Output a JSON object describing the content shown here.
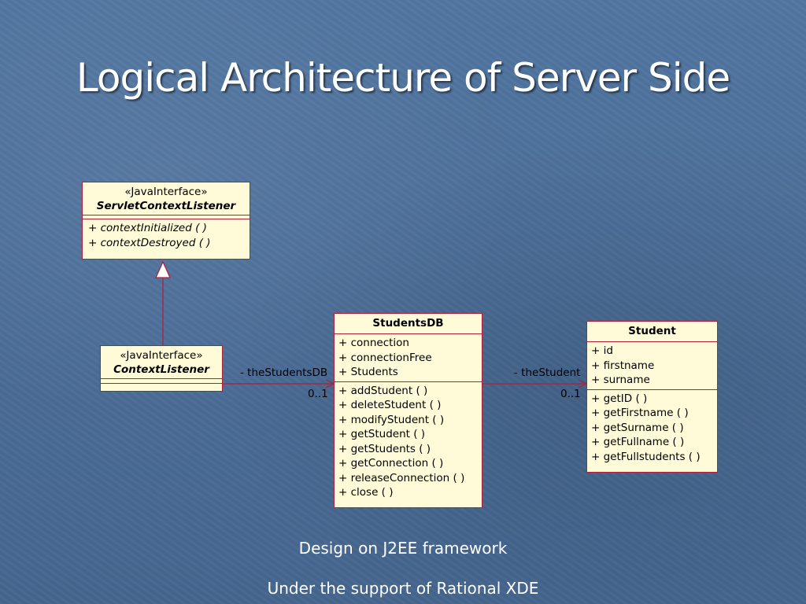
{
  "slide": {
    "title": "Logical Architecture of Server Side",
    "footer": [
      "Design on J2EE framework",
      "Under the support of Rational XDE"
    ]
  },
  "diagram": {
    "servlet_listener": {
      "stereotype": "«JavaInterface»",
      "name": "ServletContextListener",
      "operations": [
        "+ contextInitialized (  )",
        "+ contextDestroyed (  )"
      ]
    },
    "context_listener": {
      "stereotype": "«JavaInterface»",
      "name": "ContextListener"
    },
    "students_db": {
      "name": "StudentsDB",
      "attributes": [
        "+ connection",
        "+ connectionFree",
        "+ Students"
      ],
      "operations": [
        "+ addStudent (  )",
        "+ deleteStudent (  )",
        "+ modifyStudent (  )",
        "+ getStudent (  )",
        "+ getStudents (  )",
        "+ getConnection (  )",
        "+ releaseConnection (  )",
        "+ close (  )"
      ]
    },
    "student": {
      "name": "Student",
      "attributes": [
        "+ id",
        "+ firstname",
        "+ surname"
      ],
      "operations": [
        "+ getID (  )",
        "+ getFirstname (  )",
        "+ getSurname (  )",
        "+ getFullname (  )",
        "+ getFullstudents (  )"
      ]
    },
    "associations": {
      "to_students_db": {
        "role": "- theStudentsDB",
        "multiplicity": "0..1"
      },
      "to_student": {
        "role": "- theStudent",
        "multiplicity": "0..1"
      }
    },
    "colors": {
      "box_fill": "#fffbd8",
      "box_border": "#b01e3a",
      "background": "#4a6b94"
    }
  }
}
